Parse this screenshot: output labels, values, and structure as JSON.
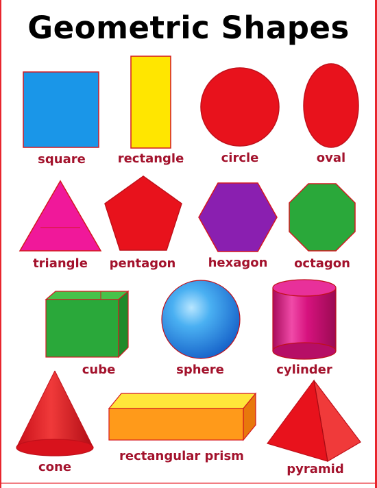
{
  "title": "Geometric Shapes",
  "shapes": [
    {
      "label": "square",
      "color": "#1a96e8"
    },
    {
      "label": "rectangle",
      "color": "#ffe600"
    },
    {
      "label": "circle",
      "color": "#e8121c"
    },
    {
      "label": "oval",
      "color": "#e8121c"
    },
    {
      "label": "triangle",
      "color": "#f0189a"
    },
    {
      "label": "pentagon",
      "color": "#e8121c"
    },
    {
      "label": "hexagon",
      "color": "#8a1fb0"
    },
    {
      "label": "octagon",
      "color": "#2aa83a"
    },
    {
      "label": "cube",
      "color": "#2aa83a"
    },
    {
      "label": "sphere",
      "color": "#1a82e0"
    },
    {
      "label": "cylinder",
      "color": "#d6127e"
    },
    {
      "label": "cone",
      "color": "#e8121c"
    },
    {
      "label": "rectangular prism",
      "color": "#ff9a1a"
    },
    {
      "label": "pyramid",
      "color": "#e8121c"
    }
  ],
  "label_color": "#a3122c",
  "outline_color": "#d41820"
}
